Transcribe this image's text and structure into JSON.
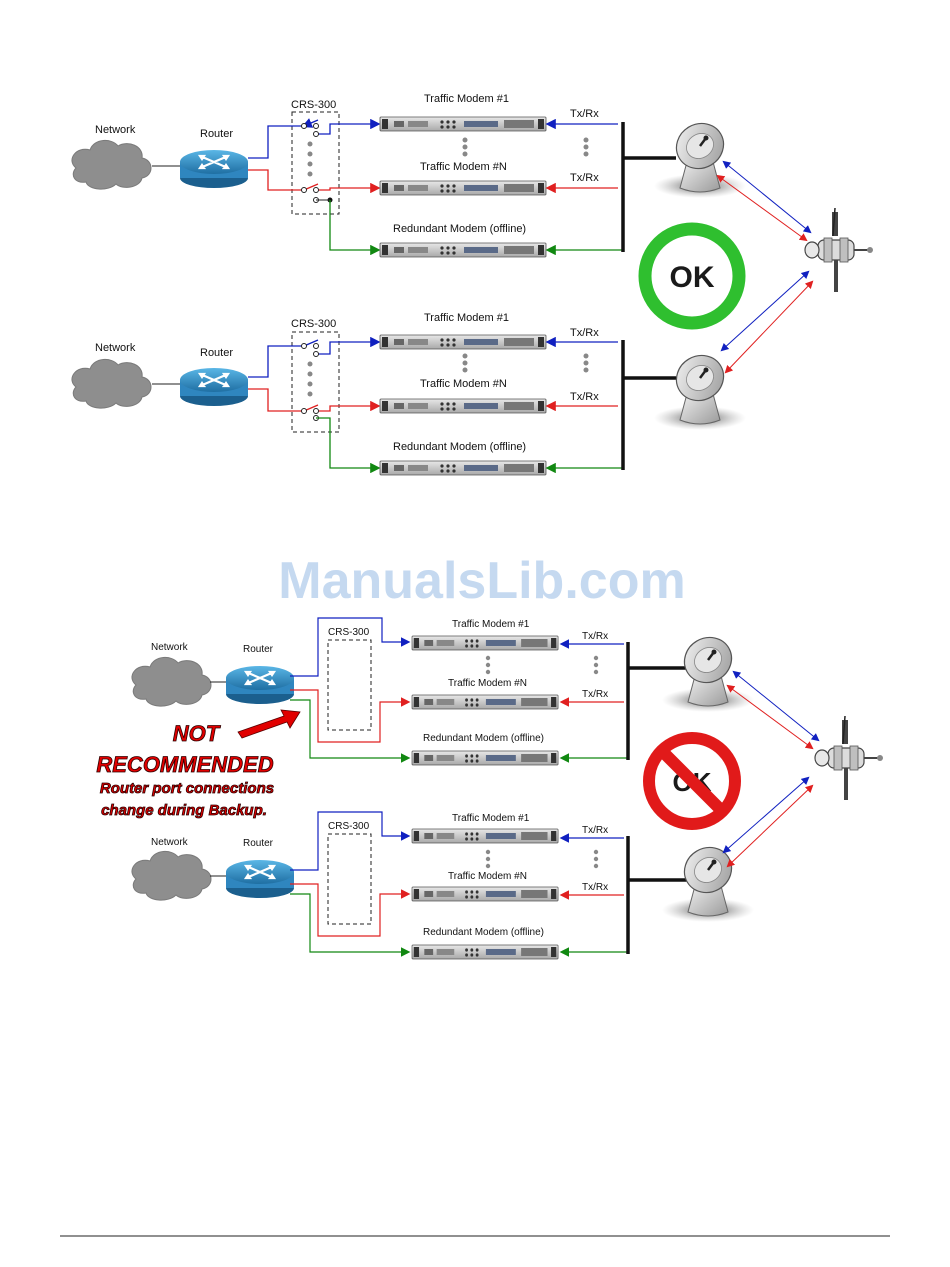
{
  "diagram": {
    "labels": {
      "network": "Network",
      "router": "Router",
      "crs": "CRS-300",
      "traffic_modem_1": "Traffic Modem #1",
      "traffic_modem_n": "Traffic Modem #N",
      "redundant_modem": "Redundant Modem (offline)",
      "txrx": "Tx/Rx"
    },
    "ok_badge": "OK",
    "not_ok_badge": "OK",
    "warning": {
      "line1": "NOT",
      "line2": "RECOMMENDED",
      "line3": "Router port connections",
      "line4": "change during Backup."
    },
    "watermark": "ManualsLib.com",
    "colors": {
      "blue_link": "#1020c0",
      "red_link": "#e02020",
      "green_link": "#118811",
      "ok_ring": "#2fbf2f",
      "no_ring": "#e11a1a"
    }
  }
}
